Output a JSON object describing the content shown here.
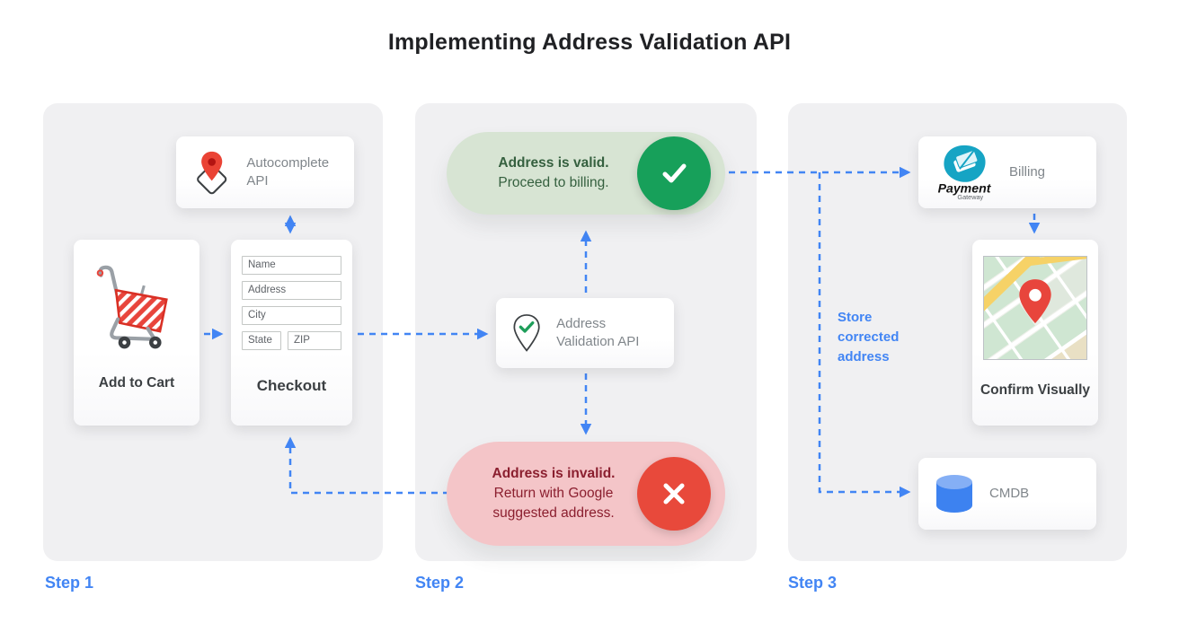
{
  "title": "Implementing Address Validation API",
  "colors": {
    "accent_blue": "#4285f4",
    "valid_green_circle": "#17a05a",
    "invalid_red_circle": "#e8493b",
    "valid_pill_bg": "#d7e4d3",
    "invalid_pill_bg": "#f4c5c8",
    "panel_bg": "#f0f0f2"
  },
  "step1": {
    "label": "Step 1",
    "autocomplete_card": {
      "label": "Autocomplete API"
    },
    "add_to_cart_card": {
      "label": "Add to Cart"
    },
    "checkout_card": {
      "label": "Checkout",
      "fields": [
        "Name",
        "Address",
        "City",
        "State",
        "ZIP"
      ]
    }
  },
  "step2": {
    "label": "Step 2",
    "valid_pill": {
      "title": "Address is valid.",
      "subtitle": "Proceed to billing."
    },
    "validation_card": {
      "label": "Address Validation API"
    },
    "invalid_pill": {
      "title": "Address is invalid.",
      "subtitle": "Return with Google suggested address."
    }
  },
  "step3": {
    "label": "Step 3",
    "billing_card": {
      "label": "Billing",
      "logo_title": "Payment",
      "logo_subtitle": "Gateway"
    },
    "confirm_card": {
      "label": "Confirm Visually"
    },
    "cmdb_card": {
      "label": "CMDB"
    },
    "annotation": "Store corrected address"
  }
}
